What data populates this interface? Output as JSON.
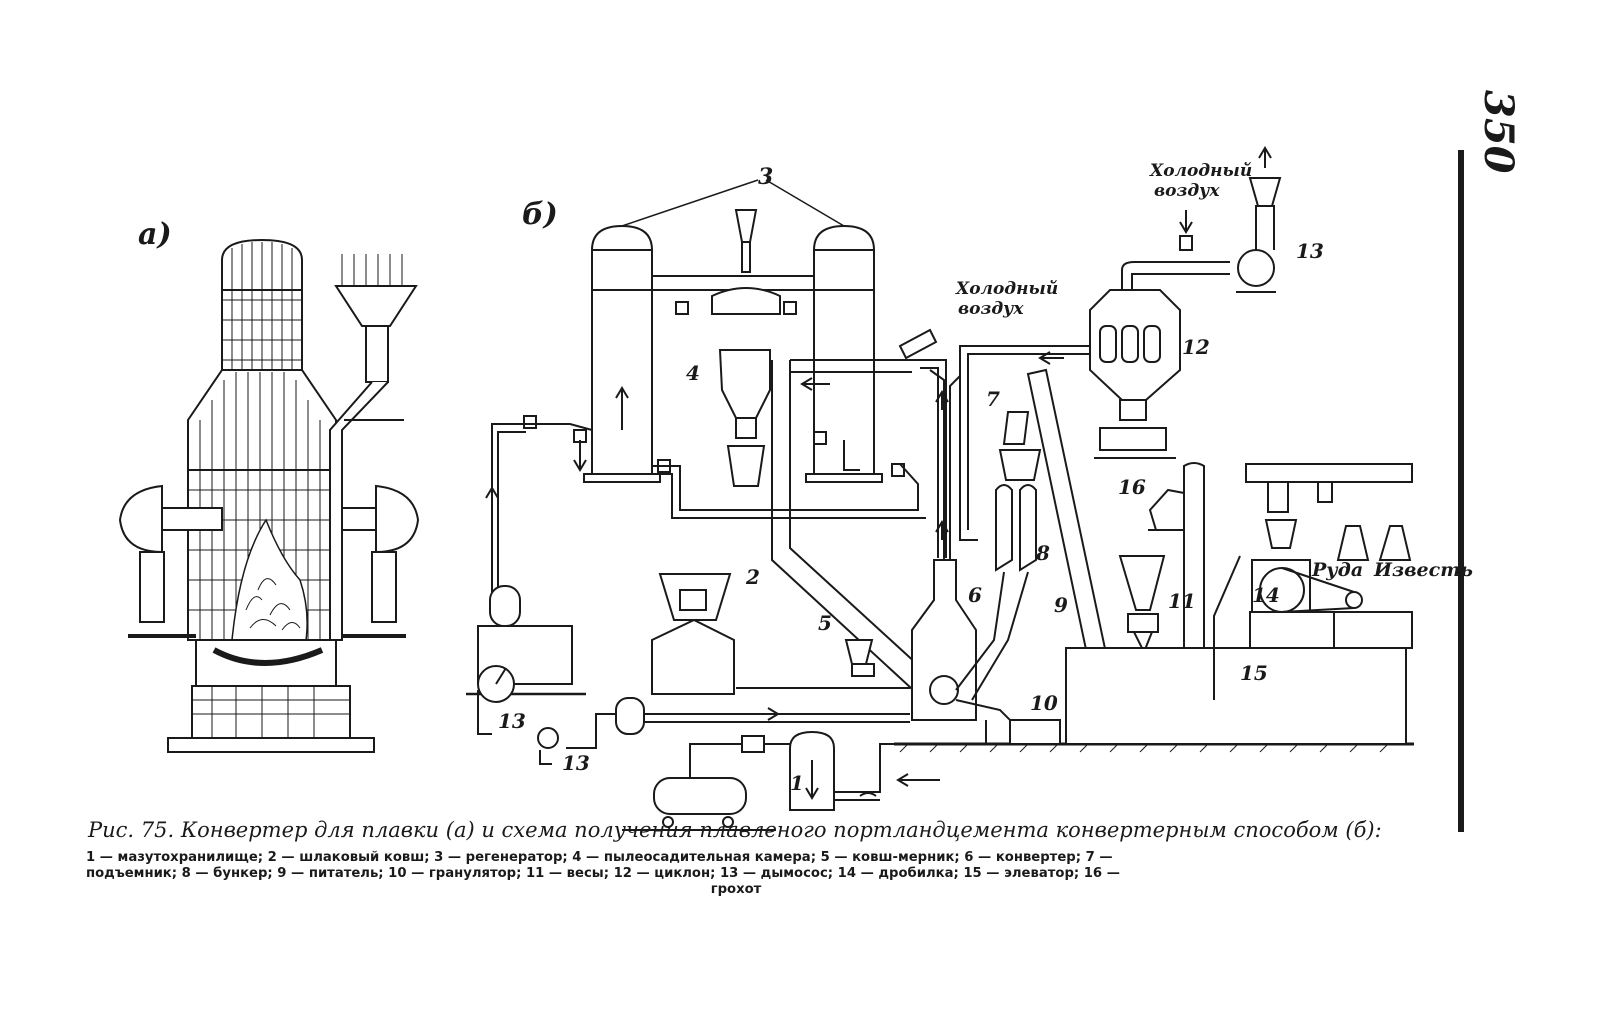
{
  "page_number": "350",
  "panel_labels": {
    "a": "а)",
    "b": "б)"
  },
  "annotations": {
    "cold_air_top": [
      "Холодный",
      "воздух"
    ],
    "cold_air_middle": [
      "Холодный",
      "воздух"
    ],
    "ore": "Руда",
    "lime": "Известь"
  },
  "numbers": {
    "n1": "1",
    "n2": "2",
    "n3": "3",
    "n4": "4",
    "n5": "5",
    "n6": "6",
    "n7": "7",
    "n8": "8",
    "n9": "9",
    "n10": "10",
    "n11": "11",
    "n12": "12",
    "n13a": "13",
    "n13b": "13",
    "n13c": "13",
    "n14": "14",
    "n15": "15",
    "n16": "16"
  },
  "caption": {
    "title": "Рис. 75. Конвертер для плавки (а) и схема получения плавленого портландцемента конвертерным способом (б):",
    "legend_line1": "1 — мазутохранилище; 2 — шлаковый ковш; 3 — регенератор; 4 — пылеосадительная камера; 5 — ковш-мерник; 6 — конвертер; 7 —",
    "legend_line2": "подъемник; 8 — бункер; 9 — питатель; 10 — гранулятор; 11 — весы; 12 — циклон; 13 — дымосос; 14 — дробилка; 15 — элеватор; 16 —",
    "legend_line3": "грохот"
  }
}
